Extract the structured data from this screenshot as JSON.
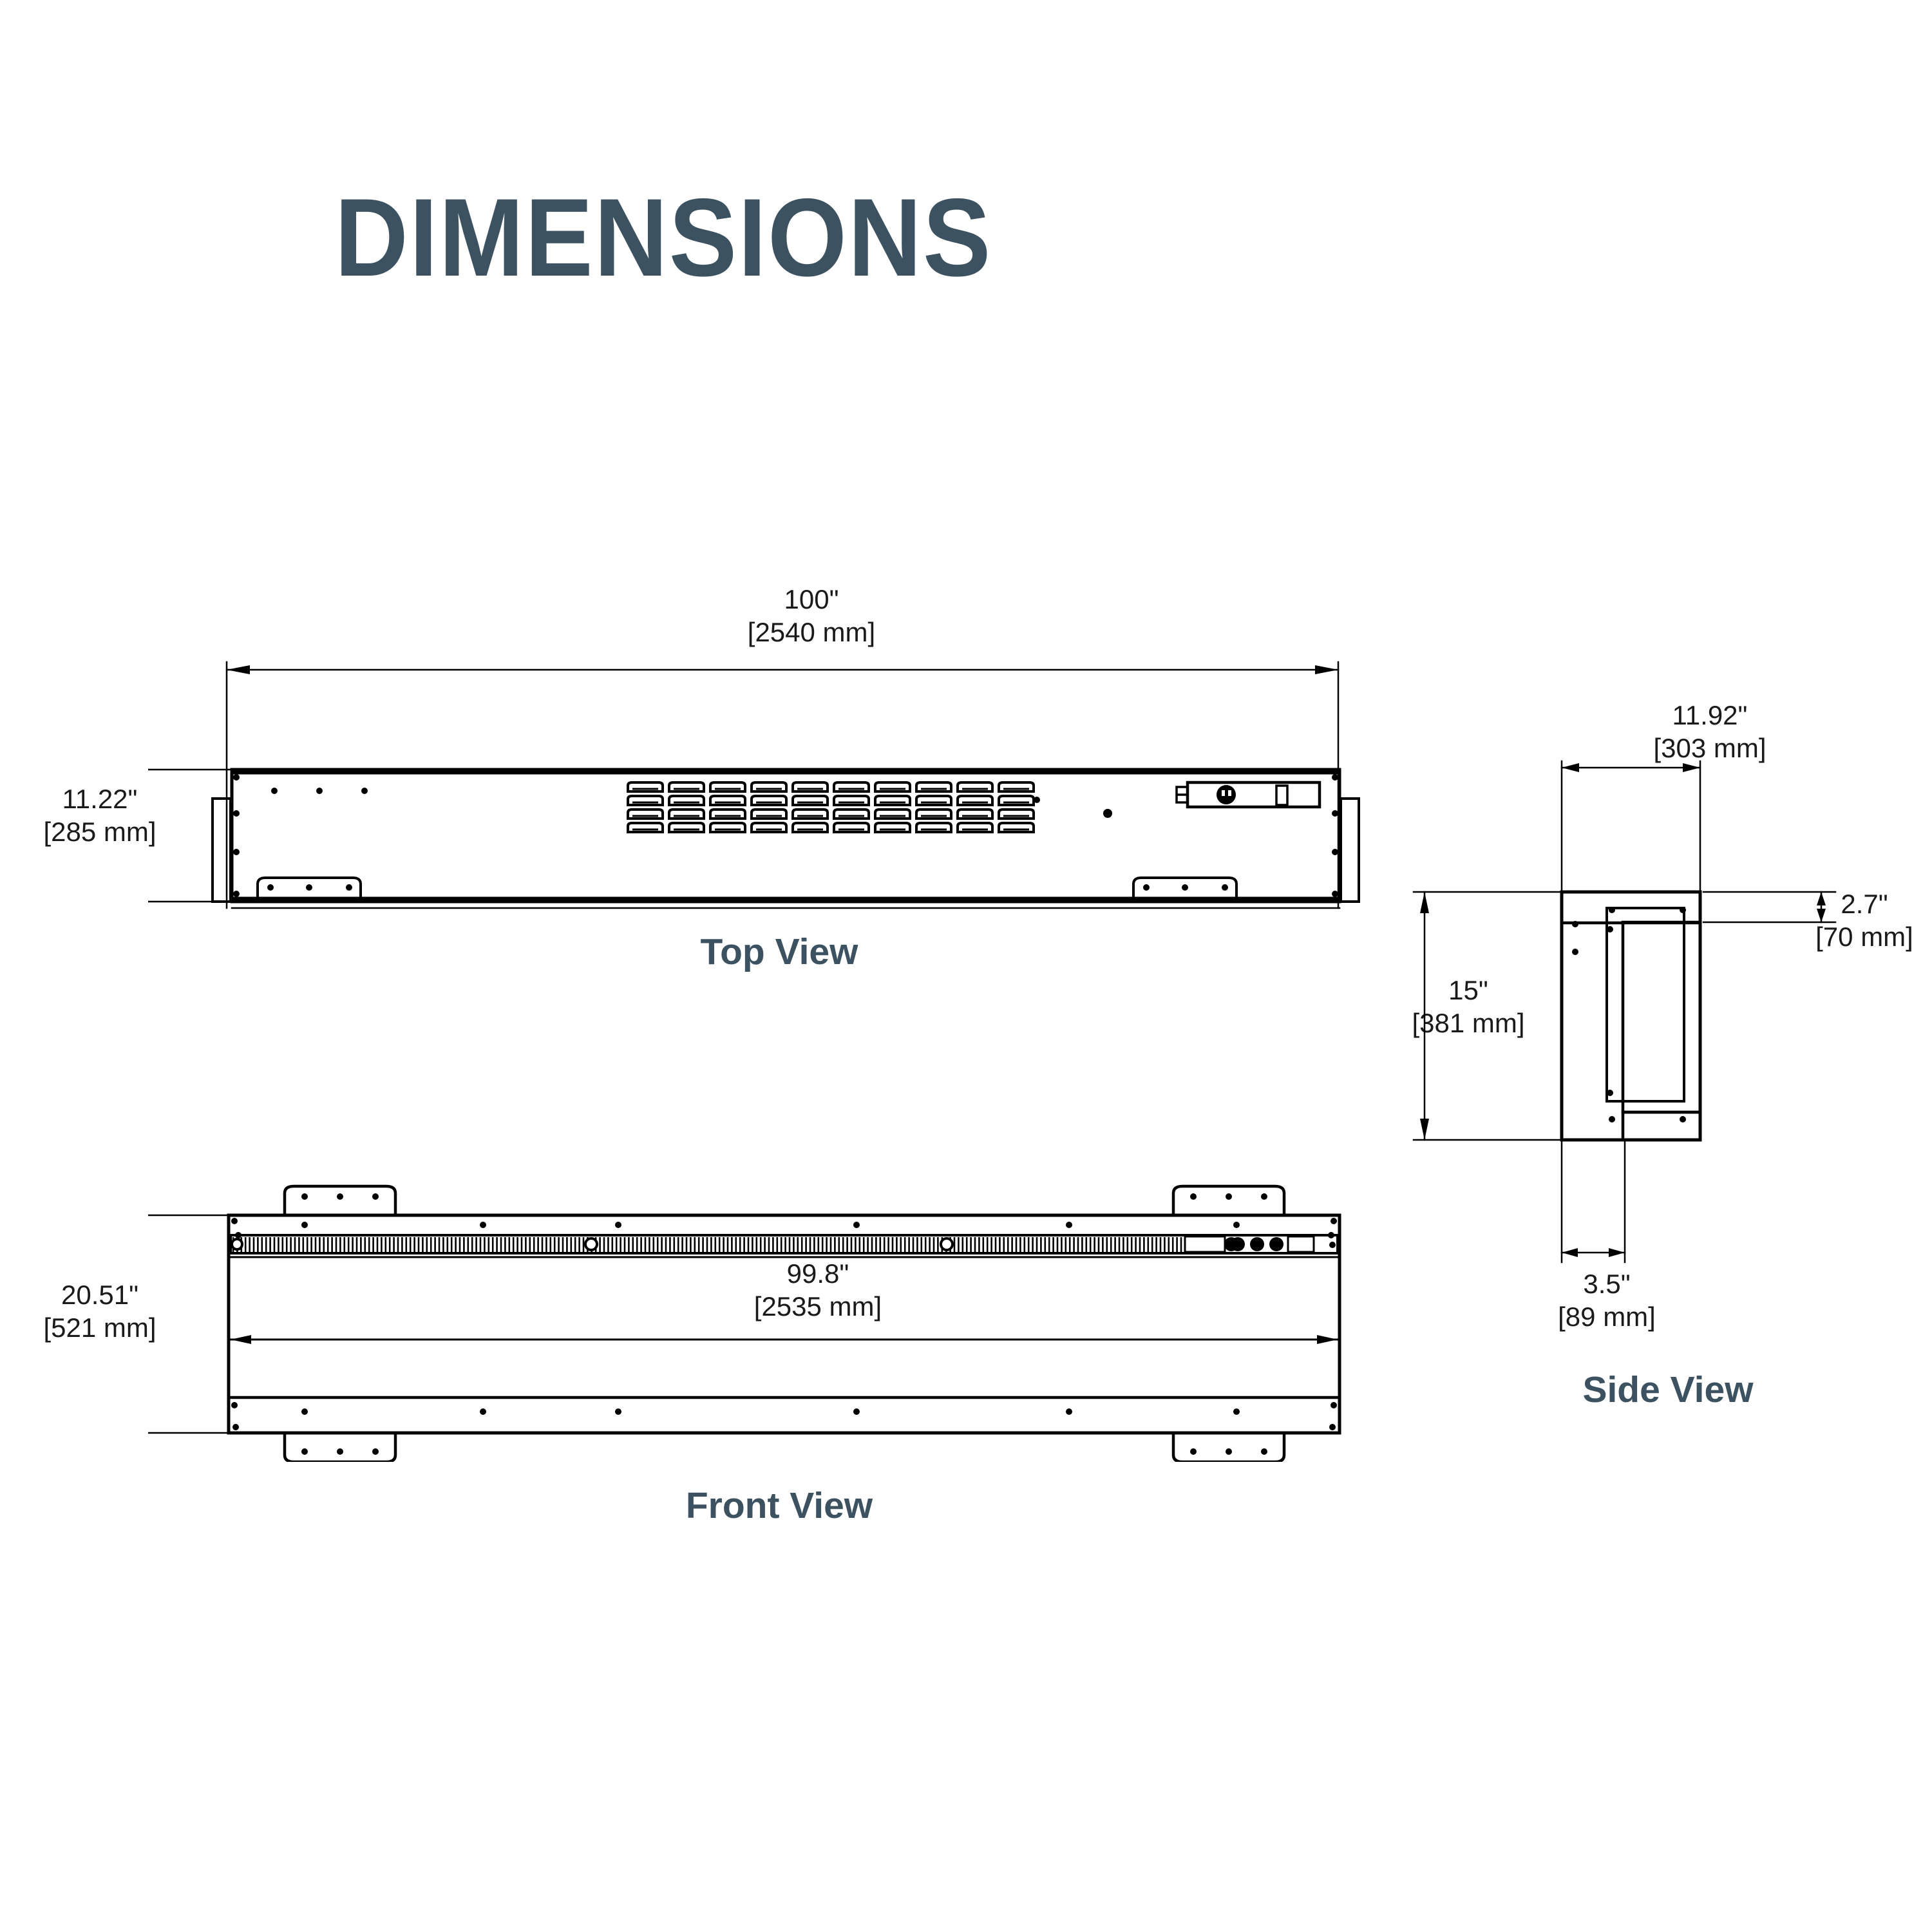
{
  "title": "DIMENSIONS",
  "views": {
    "top": {
      "label": "Top View"
    },
    "front": {
      "label": "Front View"
    },
    "side": {
      "label": "Side View"
    }
  },
  "dimensions": {
    "top_width": {
      "imperial": "100\"",
      "metric": "[2540 mm]"
    },
    "top_depth": {
      "imperial": "11.22\"",
      "metric": "[285 mm]"
    },
    "front_height": {
      "imperial": "20.51\"",
      "metric": "[521 mm]"
    },
    "front_width": {
      "imperial": "99.8\"",
      "metric": "[2535 mm]"
    },
    "side_width": {
      "imperial": "11.92\"",
      "metric": "[303 mm]"
    },
    "side_height": {
      "imperial": "15\"",
      "metric": "[381 mm]"
    },
    "side_flange": {
      "imperial": "2.7\"",
      "metric": "[70 mm]"
    },
    "side_depth": {
      "imperial": "3.5\"",
      "metric": "[89 mm]"
    }
  },
  "colors": {
    "title": "#3d5261",
    "line": "#000000",
    "background": "#ffffff"
  },
  "drawing": {
    "line_weight_heavy": 5,
    "line_weight_light": 2.5,
    "louver_grid": {
      "columns": 10,
      "rows": 4
    },
    "product_type": "linear electric fireplace"
  }
}
